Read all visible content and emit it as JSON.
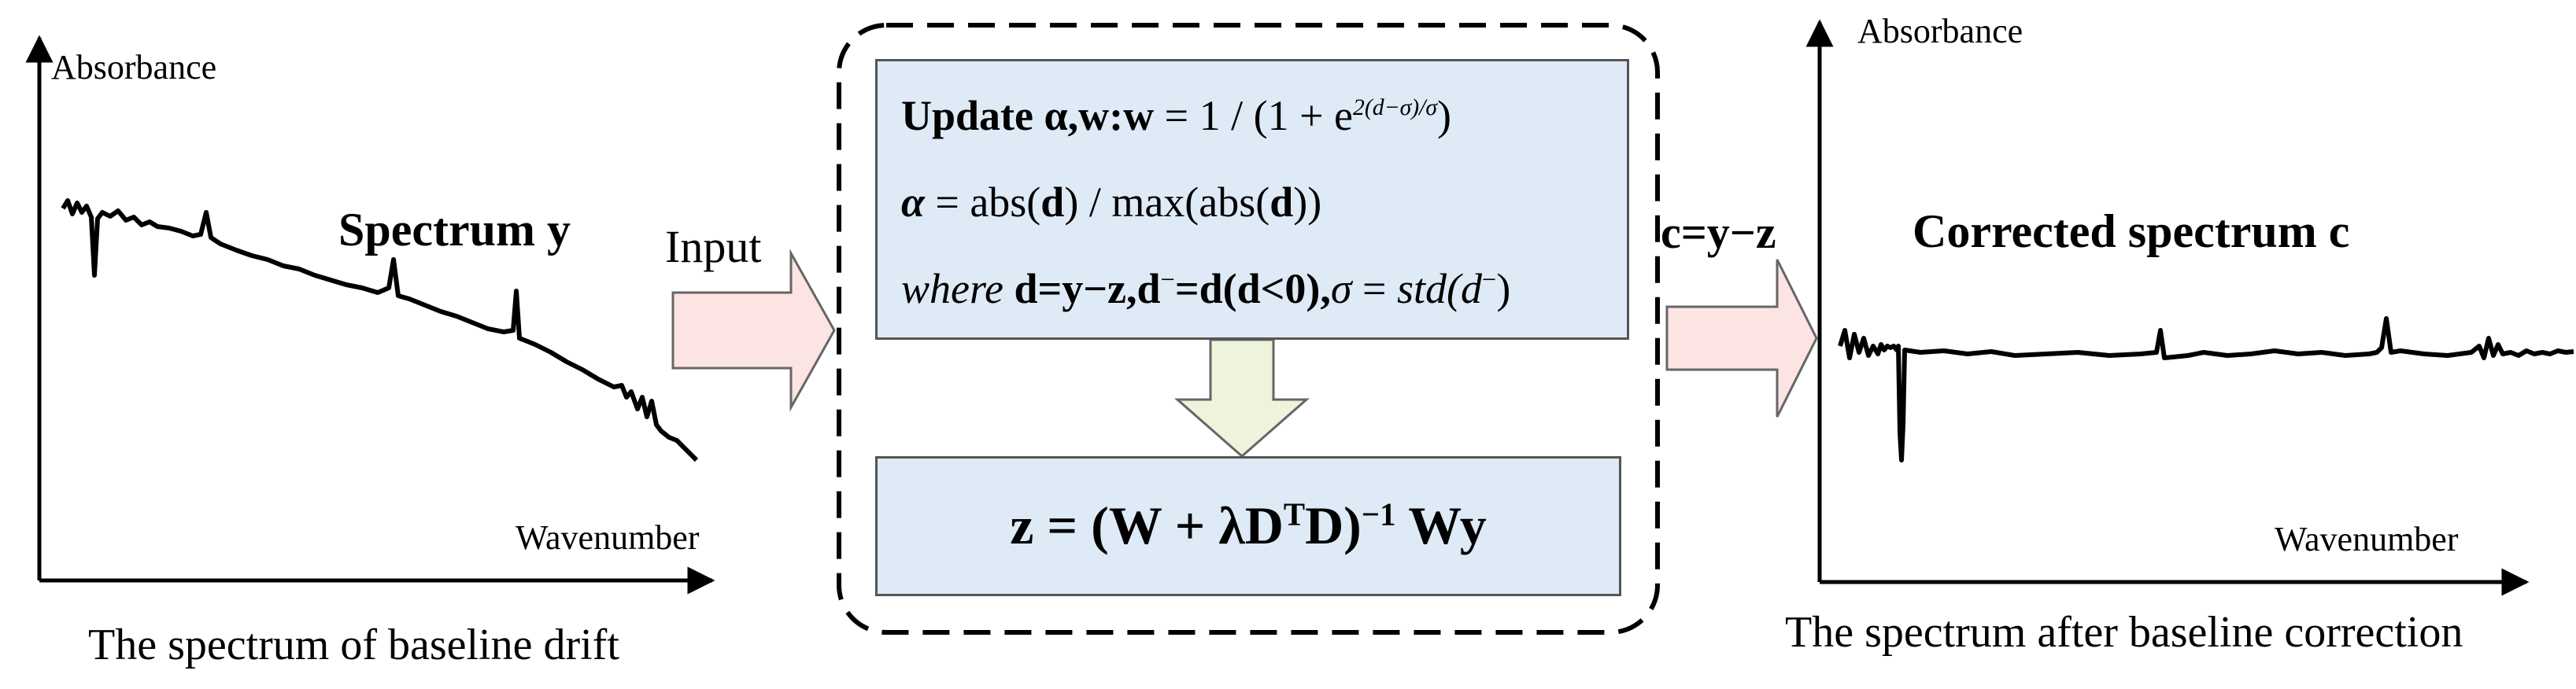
{
  "left_plot": {
    "y_axis_label": "Absorbance",
    "x_axis_label": "Wavenumber",
    "title": "Spectrum y",
    "caption": "The spectrum of baseline drift"
  },
  "input_label": "Input",
  "update_box": {
    "line1_bold": "Update α,w:",
    "line1_rest_var": "w",
    "line1_eq": " = 1 / (1 + e",
    "line1_exp": "2(d−σ)/σ",
    "line1_close": ")",
    "line2_var": "α",
    "line2_eq": " = abs(",
    "line2_d": "d",
    "line2_mid": ") / max(abs(",
    "line2_d2": "d",
    "line2_close": "))",
    "line3_where": "where ",
    "line3_bold": "d=y−z,d",
    "line3_sup": "−",
    "line3_bold2": "=d(d<0),",
    "line3_sigma": "σ",
    "line3_eq": " = ",
    "line3_std": "std",
    "line3_paren": "(d",
    "line3_sup2": "−",
    "line3_close": ")"
  },
  "solve_box": {
    "lhs": "z = (W + λD",
    "sup_T": "T",
    "mid": "D)",
    "sup_inv": "−1",
    "rhs": " Wy"
  },
  "output_label": "c=y−z",
  "right_plot": {
    "y_axis_label": "Absorbance",
    "x_axis_label": "Wavenumber",
    "title": "Corrected spectrum c",
    "caption": "The spectrum after baseline correction"
  },
  "colors": {
    "formula_box_fill": "#deeaf6",
    "arrow_fill": "#fbe4e2",
    "down_arrow_fill": "#eef3dc",
    "line": "#000000"
  }
}
